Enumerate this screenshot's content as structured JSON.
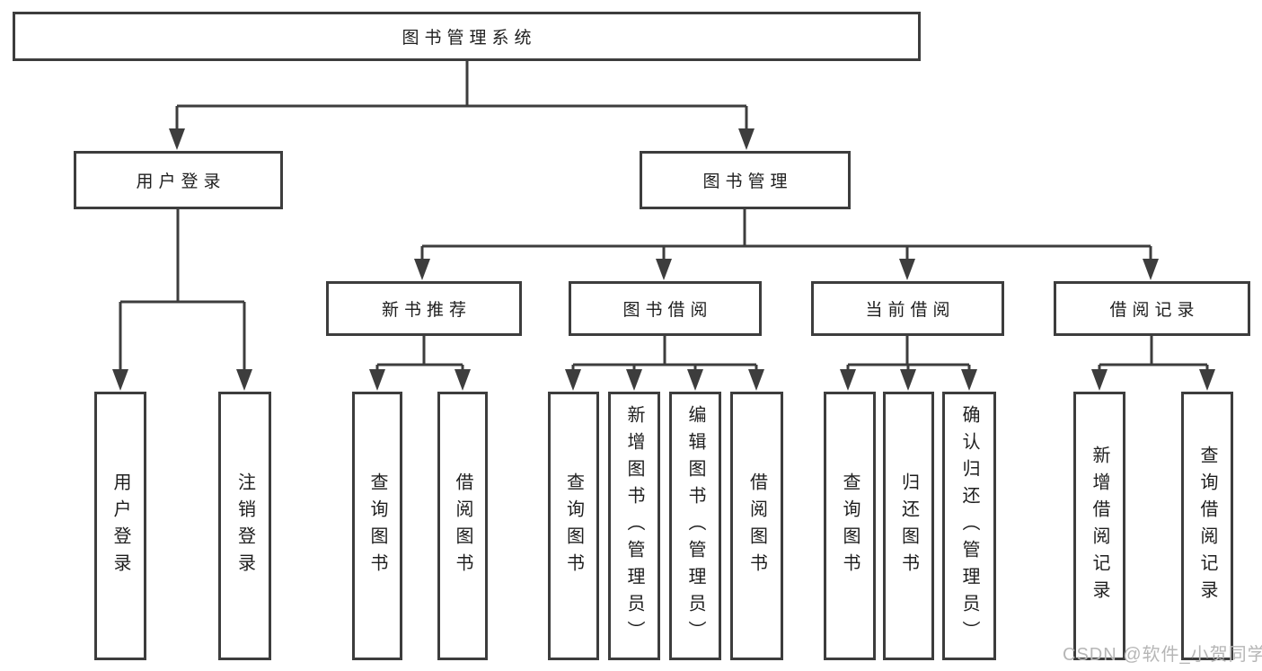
{
  "diagram": {
    "title": "图书管理系统",
    "type": "hierarchy-tree",
    "colors": {
      "line": "#3d3d3d",
      "text": "#1e1e1e",
      "box_fill": "#ffffff",
      "background": "#ffffff",
      "watermark": "#b6b6b6"
    }
  },
  "tree": {
    "label": "图书管理系统",
    "children": [
      {
        "label": "用户登录",
        "children": [
          {
            "label": "用户登录"
          },
          {
            "label": "注销登录"
          }
        ]
      },
      {
        "label": "图书管理",
        "children": [
          {
            "label": "新书推荐",
            "children": [
              {
                "label": "查询图书"
              },
              {
                "label": "借阅图书"
              }
            ]
          },
          {
            "label": "图书借阅",
            "children": [
              {
                "label": "查询图书"
              },
              {
                "label": "新增图书（管理员）"
              },
              {
                "label": "编辑图书（管理员）"
              },
              {
                "label": "借阅图书"
              }
            ]
          },
          {
            "label": "当前借阅",
            "children": [
              {
                "label": "查询图书"
              },
              {
                "label": "归还图书"
              },
              {
                "label": "确认归还（管理员）"
              }
            ]
          },
          {
            "label": "借阅记录",
            "children": [
              {
                "label": "新增借阅记录"
              },
              {
                "label": "查询借阅记录"
              }
            ]
          }
        ]
      }
    ]
  },
  "watermark": {
    "text": "CSDN @软件_小贺同学"
  }
}
